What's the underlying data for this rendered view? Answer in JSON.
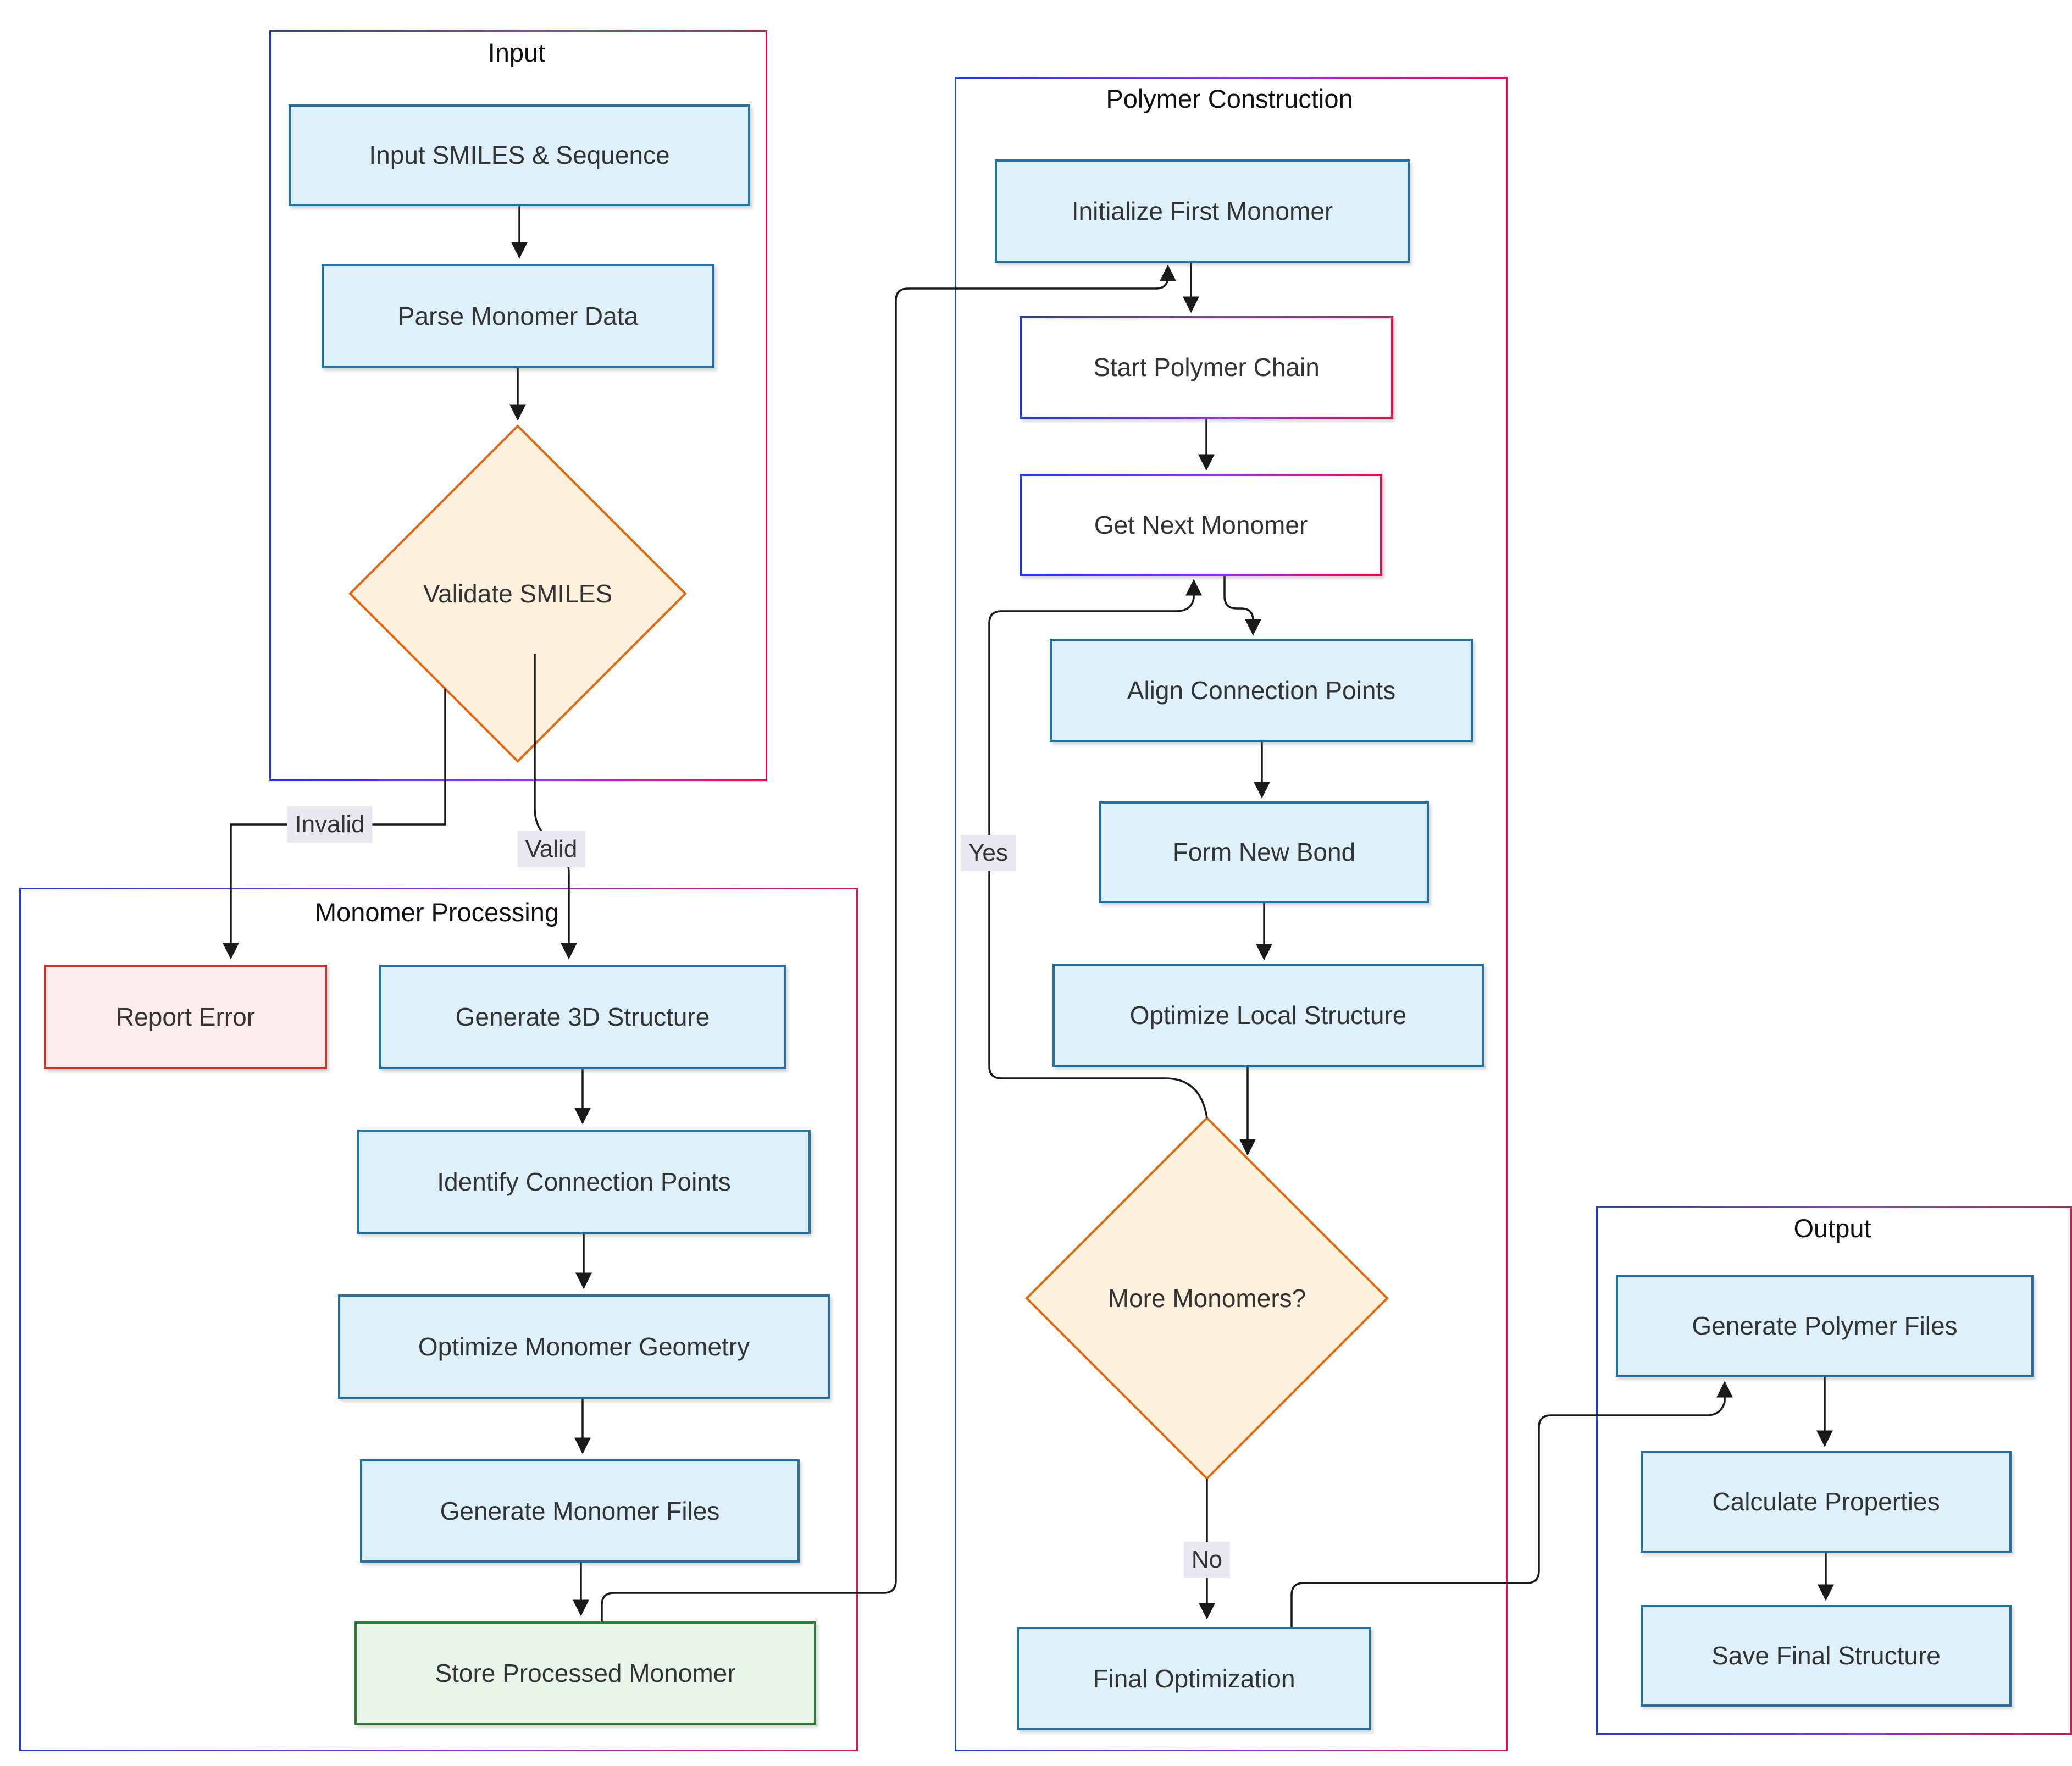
{
  "diagram": {
    "groups": [
      {
        "id": "input",
        "title": "Input"
      },
      {
        "id": "monomer_processing",
        "title": "Monomer Processing"
      },
      {
        "id": "polymer_construction",
        "title": "Polymer Construction"
      },
      {
        "id": "output",
        "title": "Output"
      }
    ],
    "nodes": {
      "input_smiles": {
        "label": "Input SMILES & Sequence",
        "type": "process"
      },
      "parse_monomer": {
        "label": "Parse Monomer Data",
        "type": "process"
      },
      "validate_smiles": {
        "label": "Validate SMILES",
        "type": "decision"
      },
      "report_error": {
        "label": "Report Error",
        "type": "error"
      },
      "generate_3d": {
        "label": "Generate 3D Structure",
        "type": "process"
      },
      "identify_connection": {
        "label": "Identify Connection Points",
        "type": "process"
      },
      "optimize_geometry": {
        "label": "Optimize Monomer Geometry",
        "type": "process"
      },
      "generate_monomer_files": {
        "label": "Generate Monomer Files",
        "type": "process"
      },
      "store_monomer": {
        "label": "Store Processed Monomer",
        "type": "success"
      },
      "initialize_first": {
        "label": "Initialize First Monomer",
        "type": "process"
      },
      "start_chain": {
        "label": "Start Polymer Chain",
        "type": "subroutine"
      },
      "get_next": {
        "label": "Get Next Monomer",
        "type": "subroutine"
      },
      "align_connection": {
        "label": "Align Connection Points",
        "type": "process"
      },
      "form_bond": {
        "label": "Form New Bond",
        "type": "process"
      },
      "optimize_local": {
        "label": "Optimize Local Structure",
        "type": "process"
      },
      "more_monomers": {
        "label": "More Monomers?",
        "type": "decision"
      },
      "final_optimization": {
        "label": "Final Optimization",
        "type": "process"
      },
      "generate_polymer_files": {
        "label": "Generate Polymer Files",
        "type": "process"
      },
      "calculate_properties": {
        "label": "Calculate Properties",
        "type": "process"
      },
      "save_final": {
        "label": "Save Final Structure",
        "type": "process"
      }
    },
    "edge_labels": {
      "invalid": "Invalid",
      "valid": "Valid",
      "yes": "Yes",
      "no": "No"
    },
    "colors": {
      "process_fill": "#def1fb",
      "process_border": "#2471a3",
      "decision_fill": "#fdf0dd",
      "decision_border": "#e2680f",
      "error_fill": "#fdecec",
      "error_border": "#c0392b",
      "success_fill": "#e9f5e9",
      "success_border": "#2e7d32",
      "group_gradient_start": "#2038e8",
      "group_gradient_mid": "#9333ea",
      "group_gradient_end": "#ec0c4e",
      "edge_color": "#1a1a1a",
      "edge_label_bg": "#e8e8f0",
      "text_color": "#333333"
    }
  }
}
